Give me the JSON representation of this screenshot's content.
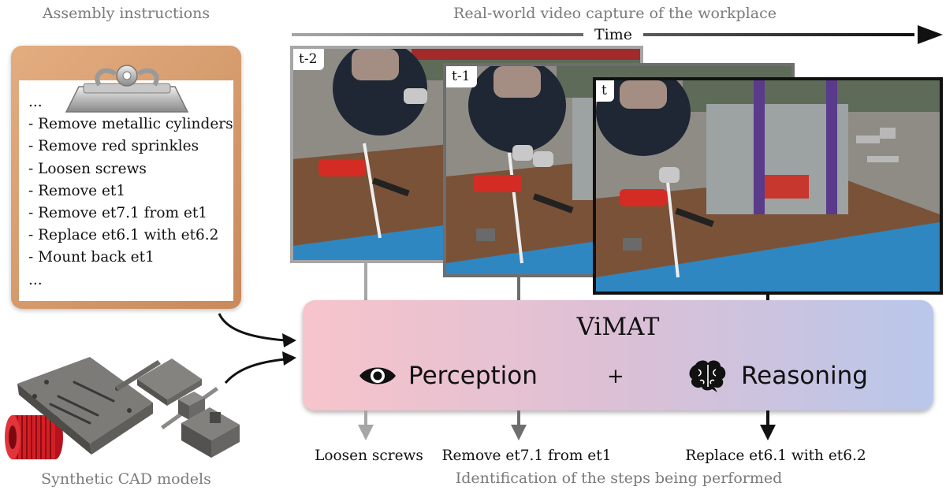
{
  "captions": {
    "assembly_instructions": "Assembly instructions",
    "video_capture": "Real-world video capture of the workplace",
    "time_axis": "Time",
    "synthetic_cad": "Synthetic CAD models",
    "identification": "Identification of the steps being performed"
  },
  "instructions": [
    "...",
    "- Remove metallic cylinders",
    "- Remove red sprinkles",
    "- Loosen screws",
    "- Remove et1",
    "- Remove et7.1 from et1",
    "- Replace et6.1 with et6.2",
    "- Mount back et1",
    "..."
  ],
  "frames": [
    {
      "label": "t-2",
      "border_color": "#a6a6a6"
    },
    {
      "label": "t-1",
      "border_color": "#6e6e6e"
    },
    {
      "label": "t",
      "border_color": "#111111"
    }
  ],
  "vimat": {
    "title": "ViMAT",
    "perception": "Perception",
    "plus": "+",
    "reasoning": "Reasoning"
  },
  "outputs": [
    {
      "text": "Loosen screws",
      "color": "#a6a6a6"
    },
    {
      "text": "Remove et7.1 from et1",
      "color": "#6e6e6e"
    },
    {
      "text": "Replace et6.1 with et6.2",
      "color": "#111111"
    }
  ],
  "icons": {
    "eye": "eye-icon",
    "brain": "brain-icon",
    "clip": "clipboard-clip-icon"
  }
}
